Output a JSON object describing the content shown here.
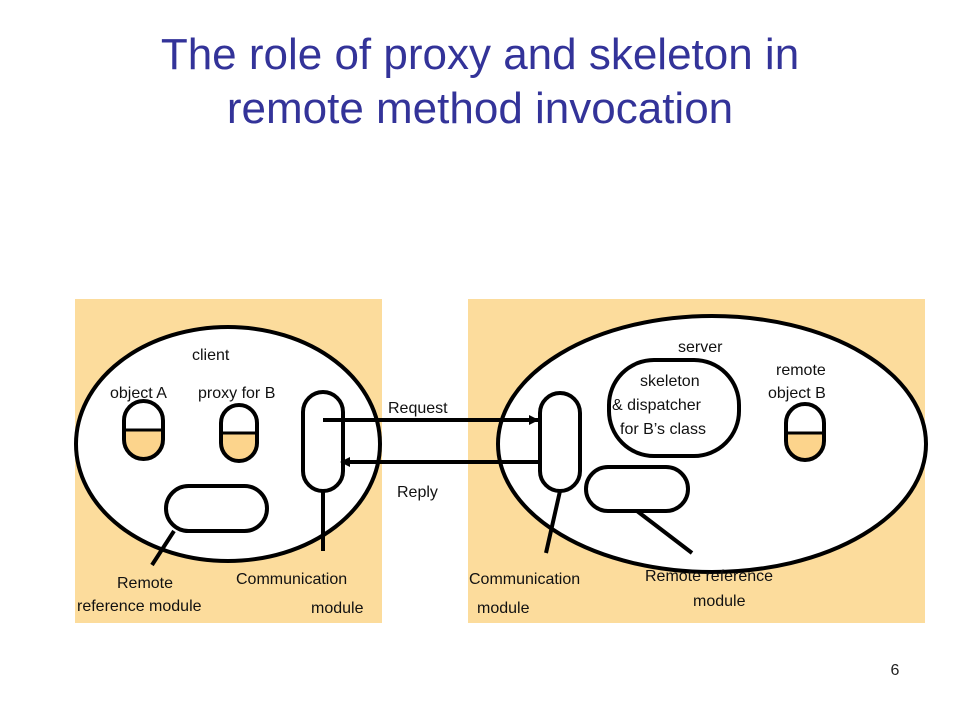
{
  "slide": {
    "title_line1": "The role of proxy and skeleton in",
    "title_line2": "remote method invocation",
    "page_number": "6"
  },
  "colors": {
    "title": "#333399",
    "panel": "#fcdc9c",
    "object_fill": "#fcd48c",
    "stroke": "#000000"
  },
  "client": {
    "label": "client",
    "object_a": "object A",
    "proxy": "proxy for B",
    "remote_ref_line1": "Remote",
    "remote_ref_line2": "reference module",
    "comm_line1": "Communication",
    "comm_line2": "module"
  },
  "server": {
    "label": "server",
    "skeleton_line1": "skeleton",
    "skeleton_line2": "& dispatcher",
    "skeleton_line3": "for B’s class",
    "remote_obj_line1": "remote",
    "remote_obj_line2": "object B",
    "comm_line1": "Communication",
    "comm_line2": "module",
    "remote_ref_line1": "Remote reference",
    "remote_ref_line2": "module"
  },
  "messages": {
    "request": "Request",
    "reply": "Reply"
  }
}
